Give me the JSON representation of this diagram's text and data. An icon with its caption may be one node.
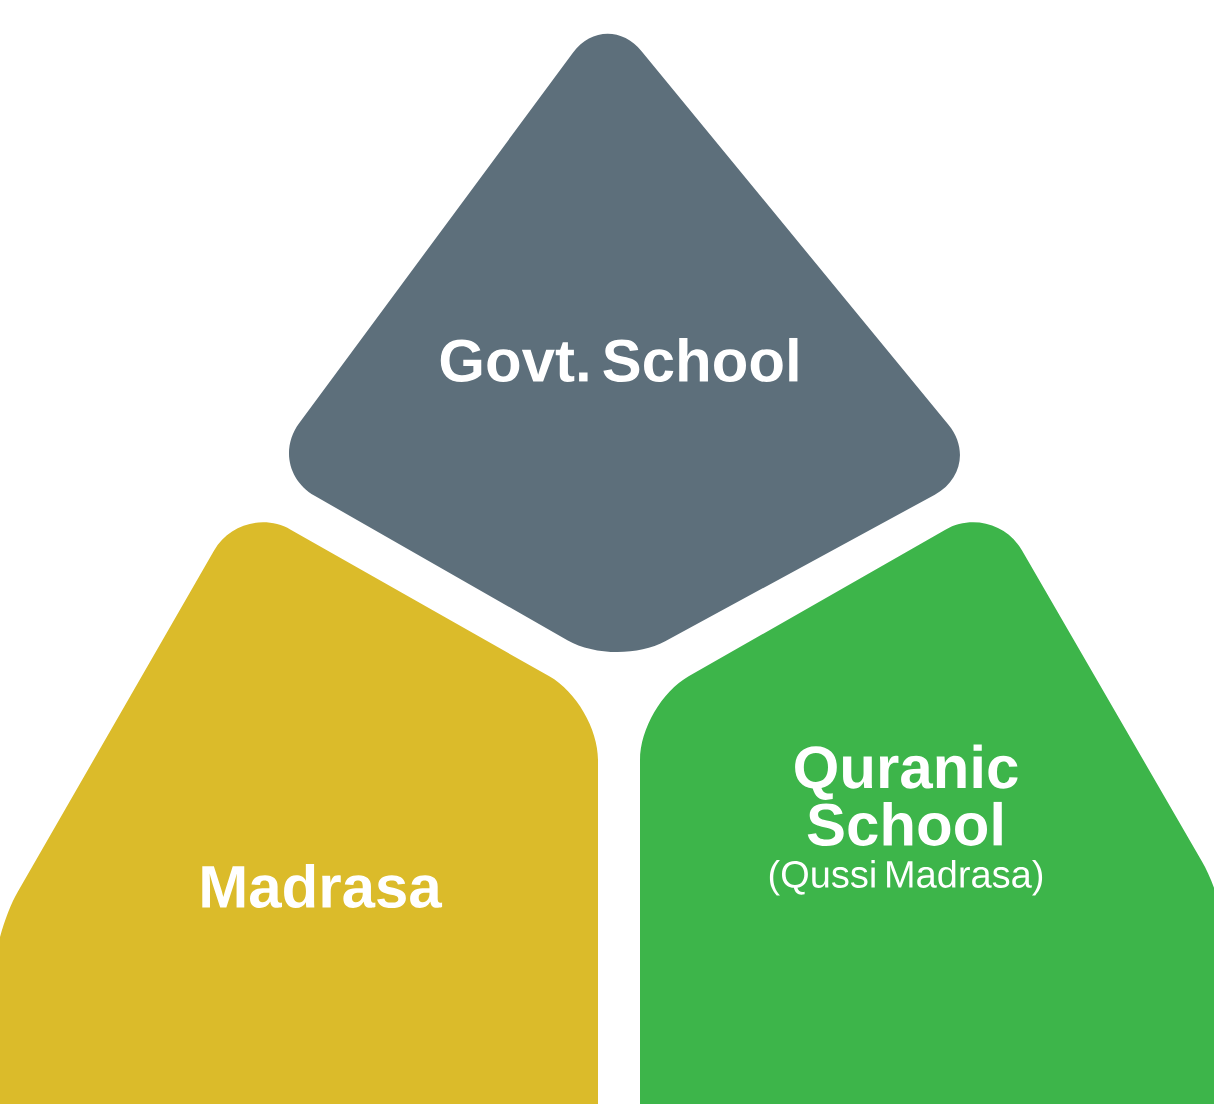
{
  "diagram": {
    "nodes": [
      {
        "text": [
          "Govt. School"
        ]
      },
      {
        "text": [
          "Madrasa"
        ]
      },
      {
        "text": [
          "Quranic School",
          "(Qussi Madrasa)"
        ]
      }
    ]
  }
}
